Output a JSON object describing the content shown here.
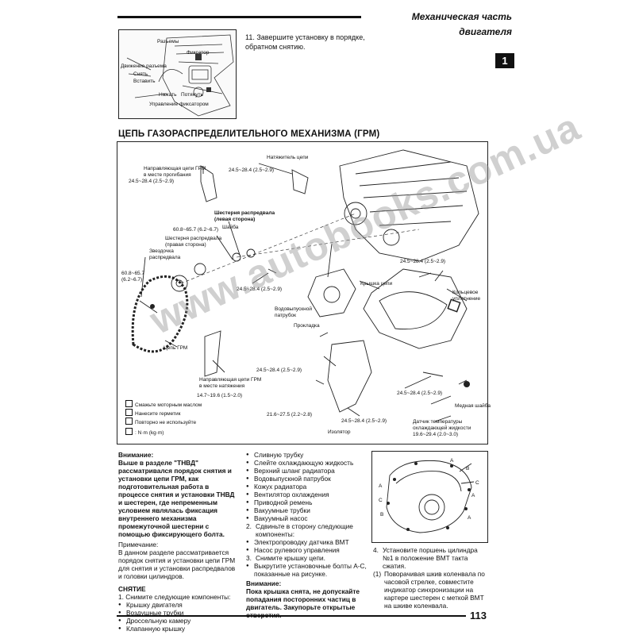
{
  "header": {
    "title": "Механическая часть двигателя",
    "section_tab": "1"
  },
  "top_figure": {
    "labels": [
      "Разъемы",
      "Фиксатор",
      "Движение разъема",
      "Снять",
      "Вставить",
      "Нажать",
      "Потянуть",
      "Управление фиксатором"
    ]
  },
  "step11": "11. Завершите установку в порядке, обратном снятию.",
  "main_figure": {
    "title": "ЦЕПЬ ГАЗОРАСПРЕДЕЛИТЕЛЬНОГО МЕХАНИЗМА (ГРМ)",
    "labels": {
      "guide_bend": "Направляющая цепи ГРМ\nв месте прогибания",
      "tensioner": "Натяжитель цепи",
      "torque1": "24.5~28.4  (2.5~2.9)",
      "torque2": "24.5~28.4  (2.5~2.9)",
      "sprocket_left": "Шестерня распредвала\n(левая сторона)",
      "washer": "Шайба",
      "torque_6065": "60.8~65.7  (6.2~6.7)",
      "sprocket_right": "Шестерня распредвала\n(правая сторона)",
      "star": "Звездочка\nраспредвала",
      "torque_6065b": "60.8~65.7\n(6.2~6.7)",
      "torque3": "24.5~28.4  (2.5~2.9)",
      "water_pipe": "Водовыпускной\nпатрубок",
      "gasket": "Прокладка",
      "chain_cover": "Крышка цепи",
      "torque4": "24.5~28.4  (2.5~2.9)",
      "o_ring": "Кольцевое\nуплотнение",
      "chain": "Цепь ГРМ",
      "torque5": "24.5~28.4  (2.5~2.9)",
      "guide_tension": "Направляющая цепи ГРМ\nв месте натяжения",
      "torque_147": "14.7~19.6  (1.5~2.0)",
      "torque6": "24.5~28.4  (2.5~2.9)",
      "copper_washer": "Медная шайба",
      "torque_216": "21.6~27.5 (2.2~2.8)",
      "torque7": "24.5~28.4  (2.5~2.9)",
      "sensor": "Датчик температуры\nохлаждающей жидкости",
      "insulator": "Изолятор",
      "torque_196": "19.6~29.4  (2.0~3.0)"
    },
    "legend": [
      "Смажьте моторным маслом",
      "Нанесите герметик",
      "Повторно не используйте",
      ": N·m  (kg·m)"
    ]
  },
  "watermark": "www.autobooks.com.ua",
  "col1": {
    "attention_title": "Внимание:",
    "attention_text": "Выше в разделе \"ТНВД\" рассматривался порядок снятия и установки цепи ГРМ, как подготовительная работа в процессе снятия и установки ТНВД и шестерен, где непременным условием являлась фиксация внутреннего механизма промежуточной шестерни с помощью фиксирующего болта.",
    "note_title": "Примечание:",
    "note_text": "В данном разделе рассматривается порядок снятия и установки цепи ГРМ для снятия и установки распредвалов и головки цилиндров.",
    "removal_title": "СНЯТИЕ",
    "step1": "1.  Снимите следующие компоненты:",
    "items": [
      "Крышку двигателя",
      "Воздушные трубки",
      "Дроссельную камеру",
      "Клапанную крышку"
    ]
  },
  "col2": {
    "items": [
      "Сливную трубку",
      "Слейте охлаждающую жидкость",
      "Верхний шланг радиатора",
      "Водовыпускной патрубок",
      "Кожух радиатора",
      "Вентилятор охлаждения",
      "Приводной ремень",
      "Вакуумные трубки",
      "Вакуумный насос"
    ],
    "step2": "Сдвиньте в сторону следующие компоненты:",
    "items2": [
      "Электропроводку датчика ВМТ",
      "Насос рулевого управления"
    ],
    "step3": "Снимите крышку цепи.",
    "bullet3": "Выкрутите установочные болты А-С, показанные на рисунке.",
    "attention_title": "Внимание:",
    "attention_text": "Пока крышка снята, не допускайте попадания посторонних частиц в двигатель. Закупорьте открытые отверстия."
  },
  "col3": {
    "step4": "Установите поршень цилиндра №1 в положение ВМТ такта сжатия.",
    "sub1": "Поворачивая шкив коленвала по часовой стрелке, совместите индикатор синхронизации на картере шестерен с меткой ВМТ на шкиве коленвала."
  },
  "small_figure": {
    "labels": [
      "A",
      "B",
      "C",
      "A",
      "A",
      "C",
      "B",
      "A"
    ]
  },
  "page_number": "113"
}
